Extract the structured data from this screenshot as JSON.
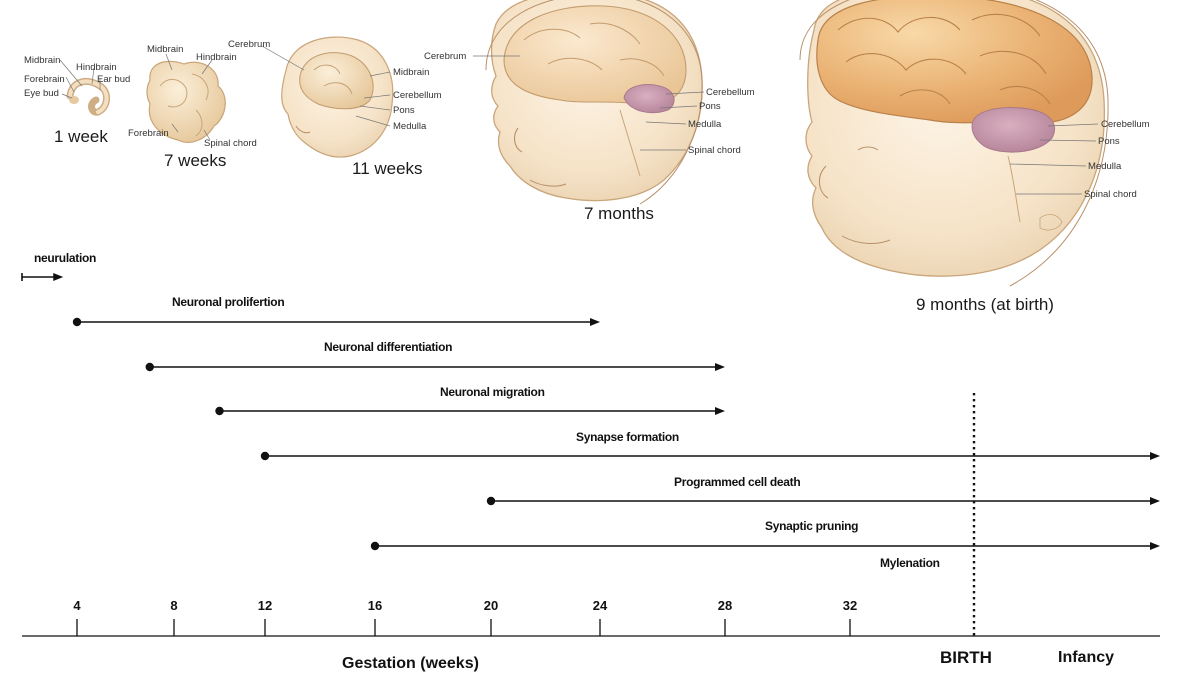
{
  "stages": [
    {
      "id": "1w",
      "label": "1 week",
      "parts": [
        "Midbrain",
        "Hindbrain",
        "Forebrain",
        "Ear bud",
        "Eye bud"
      ]
    },
    {
      "id": "7w",
      "label": "7 weeks",
      "parts": [
        "Midbrain",
        "Hindbrain",
        "Forebrain",
        "Spinal chord"
      ]
    },
    {
      "id": "11w",
      "label": "11 weeks",
      "parts": [
        "Cerebrum",
        "Midbrain",
        "Cerebellum",
        "Pons",
        "Medulla"
      ]
    },
    {
      "id": "7m",
      "label": "7 months",
      "parts": [
        "Cerebrum",
        "Cerebellum",
        "Pons",
        "Medulla",
        "Spinal chord"
      ]
    },
    {
      "id": "9m",
      "label": "9 months (at birth)",
      "parts": [
        "Cerebellum",
        "Pons",
        "Medulla",
        "Spinal chord"
      ]
    }
  ],
  "processes": [
    {
      "name": "neurulation",
      "start": 0,
      "end": 3,
      "start_marker": "tick"
    },
    {
      "name": "Neuronal prolifertion",
      "start": 4,
      "end": 24
    },
    {
      "name": "Neuronal differentiation",
      "start": 7,
      "end": 28
    },
    {
      "name": "Neuronal migration",
      "start": 10,
      "end": 28
    },
    {
      "name": "Synapse formation",
      "start": 12,
      "end": "infancy"
    },
    {
      "name": "Programmed cell death",
      "start": 20,
      "end": "infancy"
    },
    {
      "name": "Synaptic pruning",
      "start": 16,
      "end": "infancy"
    },
    {
      "name": "Mylenation",
      "start": null,
      "end": null
    }
  ],
  "axis": {
    "title": "Gestation (weeks)",
    "ticks": [
      "4",
      "8",
      "12",
      "16",
      "20",
      "24",
      "28",
      "32"
    ],
    "birth_label": "BIRTH",
    "infancy_label": "Infancy"
  }
}
